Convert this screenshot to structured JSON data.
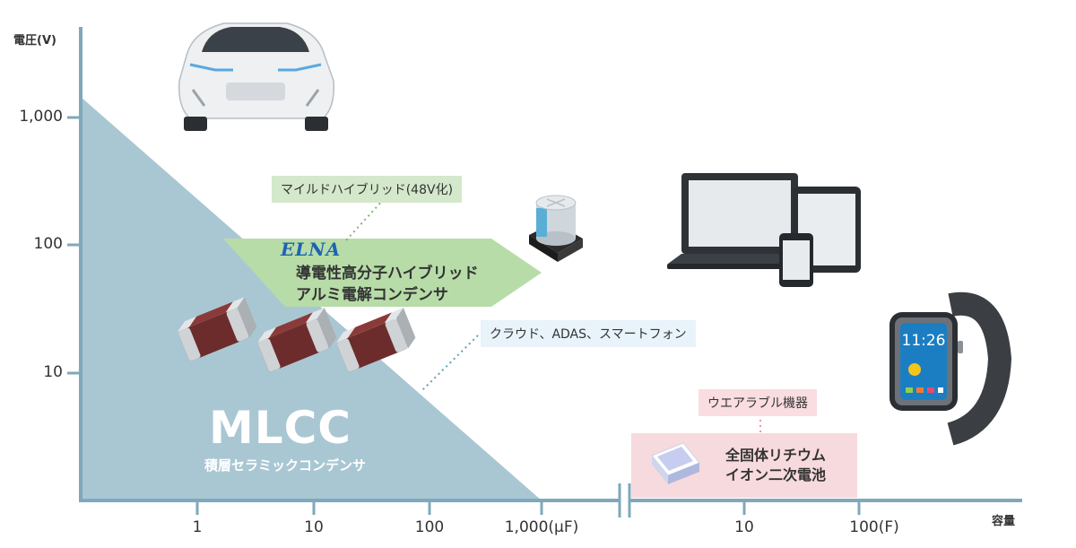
{
  "y_axis": {
    "title": "電圧(V)",
    "ticks": [
      "1,000",
      "100",
      "10"
    ]
  },
  "x_axis": {
    "title": "容量",
    "ticks_left": [
      "1",
      "10",
      "100",
      "1,000(μF)"
    ],
    "ticks_right": [
      "10",
      "100(F)"
    ]
  },
  "regions": {
    "mlcc": {
      "title": "MLCC",
      "subtitle": "積層セラミックコンデンサ",
      "color": "#a9c7d3"
    },
    "elna": {
      "logo": "ELNA",
      "line1": "導電性高分子ハイブリッド",
      "line2": "アルミ電解コンデンサ",
      "color": "#b7dca8"
    },
    "battery": {
      "line1": "全固体リチウム",
      "line2": "イオン二次電池",
      "color": "#f7dadd"
    }
  },
  "callouts": {
    "mild_hybrid": "マイルドハイブリッド(48V化)",
    "cloud": "クラウド、ADAS、スマートフォン",
    "wearable": "ウエアラブル機器"
  },
  "watch": {
    "time": "11:26"
  },
  "illustrations": [
    "car-illustration",
    "capacitor-illustration",
    "laptop-illustration",
    "tablet-illustration",
    "smartphone-illustration",
    "smartwatch-illustration",
    "mlcc-chip-illustration",
    "battery-cell-illustration"
  ]
}
